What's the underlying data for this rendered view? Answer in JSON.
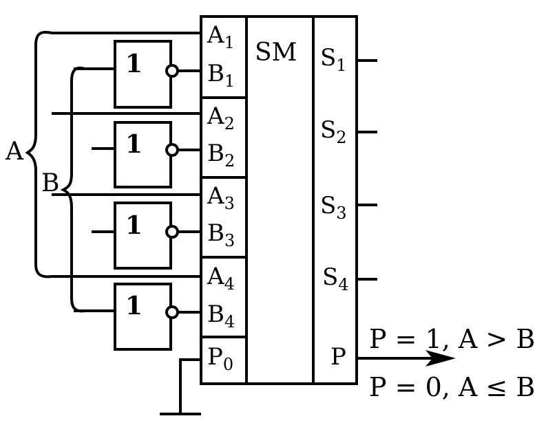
{
  "block": {
    "title": "SM",
    "inputs": [
      {
        "letter": "A",
        "index": "1"
      },
      {
        "letter": "B",
        "index": "1"
      },
      {
        "letter": "A",
        "index": "2"
      },
      {
        "letter": "B",
        "index": "2"
      },
      {
        "letter": "A",
        "index": "3"
      },
      {
        "letter": "B",
        "index": "3"
      },
      {
        "letter": "A",
        "index": "4"
      },
      {
        "letter": "B",
        "index": "4"
      },
      {
        "letter": "P",
        "index": "0"
      }
    ],
    "outputs": [
      {
        "letter": "S",
        "index": "1"
      },
      {
        "letter": "S",
        "index": "2"
      },
      {
        "letter": "S",
        "index": "3"
      },
      {
        "letter": "S",
        "index": "4"
      }
    ],
    "carry_out": "P"
  },
  "gates": [
    "1",
    "1",
    "1",
    "1"
  ],
  "bus_labels": {
    "a": "A",
    "b": "B"
  },
  "result_notes": [
    "P = 1, A > B",
    "P = 0, A ≤ B"
  ]
}
